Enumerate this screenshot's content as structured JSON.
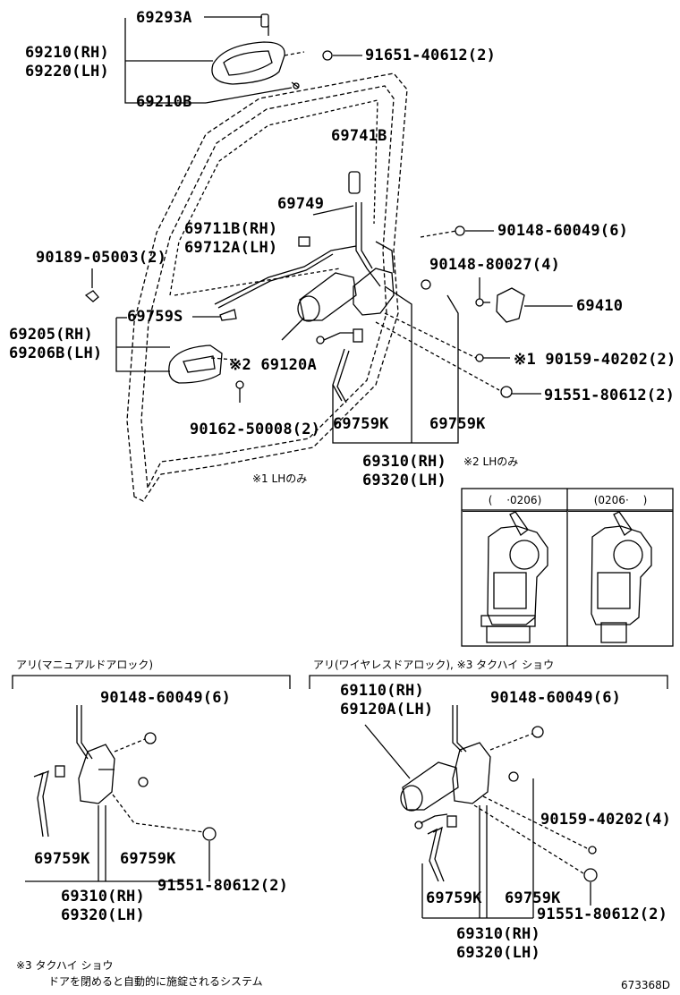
{
  "labels": {
    "p69293A": "69293A",
    "p69210RH": "69210(RH)",
    "p69220LH": "69220(LH)",
    "p69210B": "69210B",
    "p91651": "91651-40612(2)",
    "p69741B": "69741B",
    "p69749": "69749",
    "p69711B": "69711B(RH)",
    "p69712A": "69712A(LH)",
    "p90148_6a": "90148-60049(6)",
    "p90189": "90189-05003(2)",
    "p90148_4": "90148-80027(4)",
    "p69410": "69410",
    "p69759S": "69759S",
    "p69205": "69205(RH)",
    "p69206B": "69206B(LH)",
    "p69120A_note": "※2 69120A",
    "p90159_2": "※1 90159-40202(2)",
    "p91551_2a": "91551-80612(2)",
    "p69759K_a": "69759K",
    "p69759K_b": "69759K",
    "p90162": "90162-50008(2)",
    "p69310_a": "69310(RH)",
    "p69320_a": "69320(LH)",
    "note1": "※1 LHのみ",
    "note2": "※2 LHのみ",
    "p90148_6b": "90148-60049(6)",
    "p69759K_c": "69759K",
    "p69759K_d": "69759K",
    "p91551_2b": "91551-80612(2)",
    "p69310_b": "69310(RH)",
    "p69320_b": "69320(LH)",
    "p69110": "69110(RH)",
    "p69120A": "69120A(LH)",
    "p90148_6c": "90148-60049(6)",
    "p90159_4": "90159-40202(4)",
    "p69759K_e": "69759K",
    "p69759K_f": "69759K",
    "p91551_2c": "91551-80612(2)",
    "p69310_c": "69310(RH)",
    "p69320_c": "69320(LH)",
    "ref": "673368D"
  },
  "inset": {
    "col1": "(　 ·0206)",
    "col2": "(0206·　 )"
  },
  "sections": {
    "manual": "アリ(マニュアルドアロック)",
    "wireless": "アリ(ワイヤレスドアロック), ※3 タクハイ ショウ"
  },
  "footnote": {
    "line1": "※3 タクハイ ショウ",
    "line2": "ドアを閉めると自動的に施錠されるシステム"
  }
}
